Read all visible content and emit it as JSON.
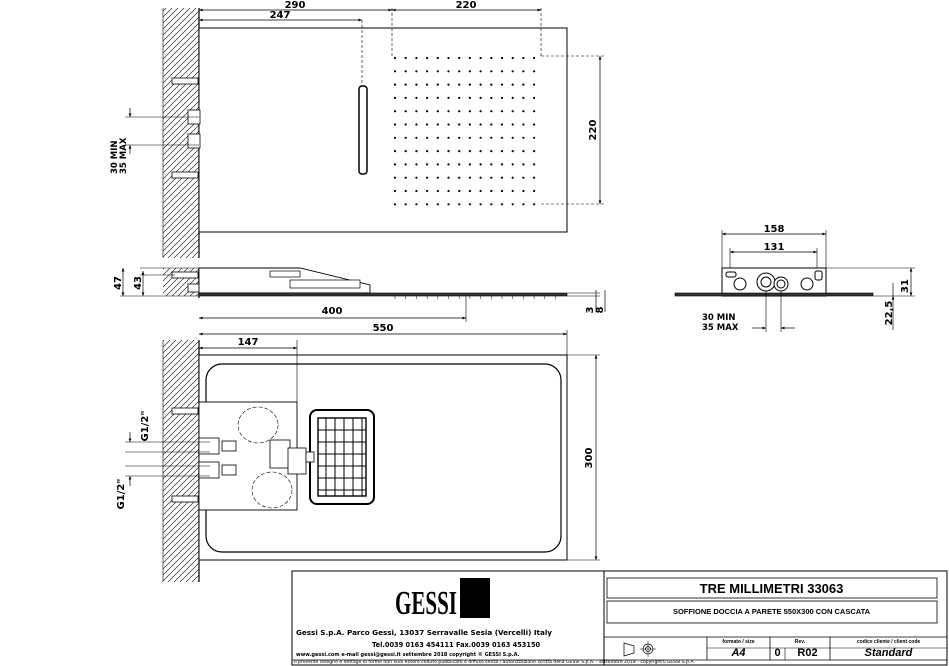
{
  "dimensions": {
    "top_total_width": "290",
    "top_spray_width": "220",
    "top_offset": "247",
    "top_height": "220",
    "wall_min": "30 MIN",
    "wall_max": "35 MAX",
    "side_height_outer": "47",
    "side_height_inner": "43",
    "side_depth": "400",
    "side_thin_a": "3",
    "side_thin_b": "8",
    "front_outer": "158",
    "front_inner": "131",
    "front_right": "31",
    "front_bottom_height": "22,5",
    "front_min": "30 MIN",
    "front_max": "35 MAX",
    "bottom_total_width": "550",
    "bottom_offset": "147",
    "bottom_height": "300",
    "thread_upper": "G1/2\"",
    "thread_lower": "G1/2\""
  },
  "titleblock": {
    "logo_text": "GESSI",
    "company_line": "Gessi S.p.A. Parco Gessi, 13037 Serravalle Sesia (Vercelli) Italy",
    "phone_line": "Tel.0039 0163 454111 Fax.0039 0163 453150",
    "web_line": "www.gessi.com e-mail gessi@gessi.it settembre 2018 copyright © GESSI S.p.A.",
    "fineprint": "Il presente disegno e dettagli di forme non vuoi essere ceduto pubblicato e diffuso senza l'autorizzazione scritta della GESSI S.p.A. - settembre 2018 - copyright©GESSI S.p.A.",
    "product_title": "TRE MILLIMETRI 33063",
    "product_subtitle": "SOFFIONE DOCCIA A PARETE 550X300 CON CASCATA",
    "format_caption": "formato / size",
    "format_value": "A4",
    "rev_caption": "Rev.",
    "rev_value": "0",
    "rev_code": "R02",
    "client_caption": "codice cliente / client code",
    "client_value": "Standard"
  }
}
